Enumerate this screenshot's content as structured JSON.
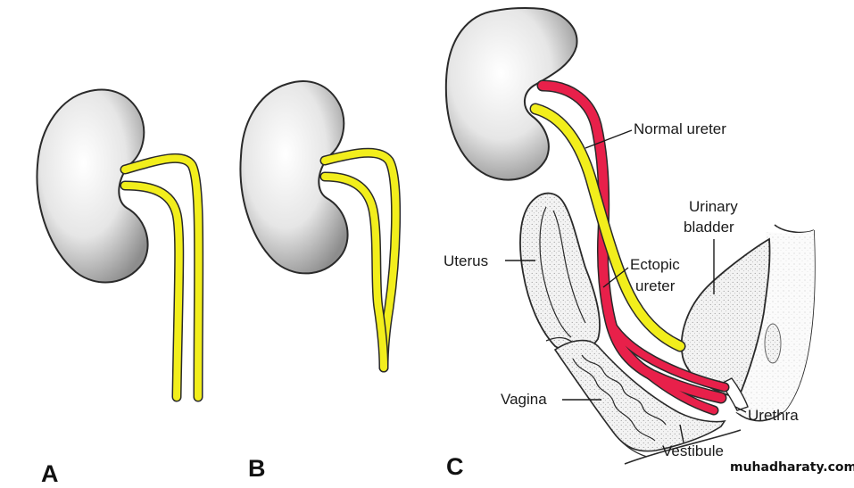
{
  "panels": {
    "a": "A",
    "b": "B",
    "c": "C"
  },
  "labels": {
    "normal_ureter": "Normal ureter",
    "urinary_bladder_line1": "Urinary",
    "urinary_bladder_line2": "bladder",
    "uterus": "Uterus",
    "ectopic_ureter_line1": "Ectopic",
    "ectopic_ureter_line2": "ureter",
    "vagina": "Vagina",
    "urethra": "Urethra",
    "vestibule": "Vestibule"
  },
  "watermark": "muhadharaty.com",
  "colors": {
    "normal_ureter": "#f2ee1c",
    "ectopic_ureter": "#e8204a",
    "kidney_fill": "#e4e4e4",
    "outline": "#2a2a2a"
  }
}
